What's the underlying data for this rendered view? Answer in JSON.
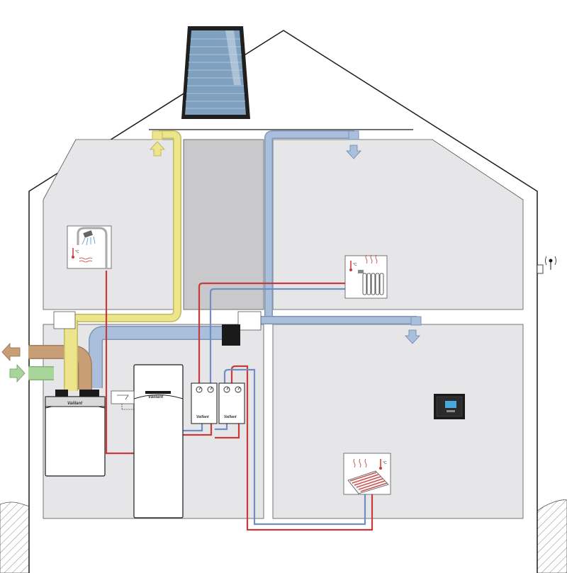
{
  "brand_label": "Vaillant",
  "temperature_unit": "°C",
  "colors": {
    "outline": "#1a1a1a",
    "room_fill": "#e6e6e8",
    "stairwell_fill": "#c9c9cc",
    "ground_hatch": "#8a8a8a",
    "supply_air": "#ece58c",
    "exhaust_air": "#a9bfdc",
    "flow_pipe": "#c83b3b",
    "return_pipe": "#6f8fc4",
    "outdoor_air": "#a8d59a",
    "outgoing_air": "#c79e76",
    "solar_panel": "#7fa1bf",
    "controller_screen": "#4aa8d8"
  },
  "components": [
    {
      "name": "solar-collector",
      "icon": "solar-panel-icon"
    },
    {
      "name": "ventilation-unit",
      "icon": "ventilation-unit-icon"
    },
    {
      "name": "heat-pump",
      "icon": "heat-pump-icon"
    },
    {
      "name": "mixing-module-1",
      "icon": "mixing-module-icon"
    },
    {
      "name": "mixing-module-2",
      "icon": "mixing-module-icon"
    },
    {
      "name": "hot-water-tap",
      "icon": "shower-icon"
    },
    {
      "name": "radiator",
      "icon": "radiator-icon"
    },
    {
      "name": "underfloor-heating",
      "icon": "floor-heating-icon"
    },
    {
      "name": "room-controller",
      "icon": "thermostat-icon"
    },
    {
      "name": "outdoor-sensor",
      "icon": "outdoor-sensor-icon"
    }
  ]
}
